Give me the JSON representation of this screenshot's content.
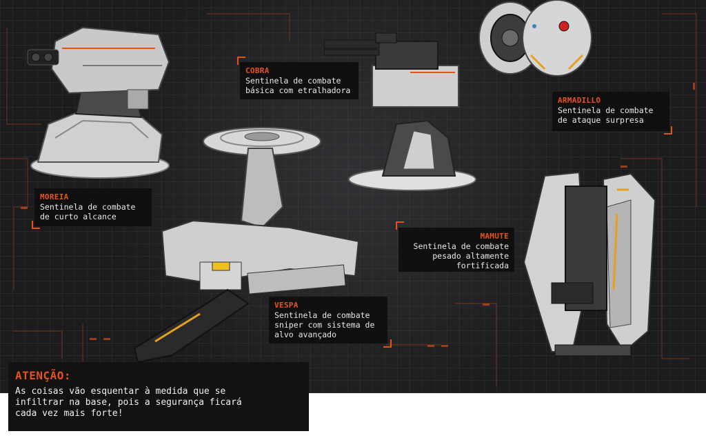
{
  "colors": {
    "accent": "#e8521a",
    "background": "#1c1c1e",
    "panel": "#121212",
    "text": "#e8e8e8"
  },
  "turrets": [
    {
      "id": "moreia",
      "name": "MOREIA",
      "description": "Sentinela de combate\nde curto alcance"
    },
    {
      "id": "cobra",
      "name": "COBRA",
      "description": "Sentinela de combate\nbásica com etralhadora"
    },
    {
      "id": "armadillo",
      "name": "ARMADILLO",
      "description": "Sentinela de combate\nde ataque surpresa"
    },
    {
      "id": "mamute",
      "name": "MAMUTE",
      "description": "Sentinela de combate\npesado altamente\nfortificada"
    },
    {
      "id": "vespa",
      "name": "VESPA",
      "description": "Sentinela de combate\nsniper com sistema de\nalvo avançado"
    }
  ],
  "notice": {
    "title": "ATENÇÃO:",
    "text": "As coisas vão esquentar à medida que se\ninfiltrar na base, pois a segurança ficará\ncada vez mais forte!"
  }
}
